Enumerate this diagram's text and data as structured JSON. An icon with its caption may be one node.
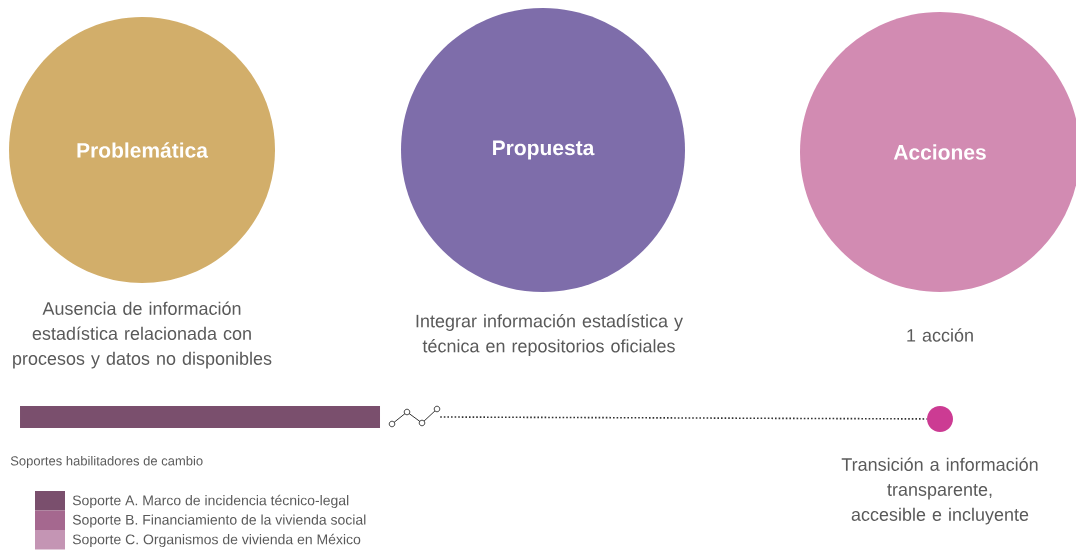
{
  "diagram": {
    "nodes": [
      {
        "text": [
          "Problemática"
        ],
        "beside": [
          "Ausencia de información estadística relacionada con procesos y datos no disponibles"
        ]
      },
      {
        "text": [
          "Propuesta"
        ],
        "beside": [
          "Integrar información estadística y técnica en repositorios oficiales"
        ]
      },
      {
        "text": [
          "Acciones"
        ],
        "beside": [
          "1 acción"
        ]
      },
      {
        "text": [],
        "shape": "bar"
      },
      {
        "text": [],
        "shape": "circle",
        "beside": [
          "Transición a información transparente, accesible e incluyente"
        ]
      }
    ],
    "edges": [
      {
        "from": 3,
        "to": 4,
        "arrow": "none"
      }
    ],
    "labels": [
      "Soportes habilitadores de cambio"
    ],
    "legend": [
      {
        "text": "Soporte A.  Marco de incidencia técnico-legal",
        "color": "#7a4f6d"
      },
      {
        "text": "Soporte B.  Financiamiento de la vivienda social",
        "color": "#a5688f"
      },
      {
        "text": "Soporte C. Organismos de vivienda en México",
        "color": "#c495b4"
      }
    ]
  }
}
